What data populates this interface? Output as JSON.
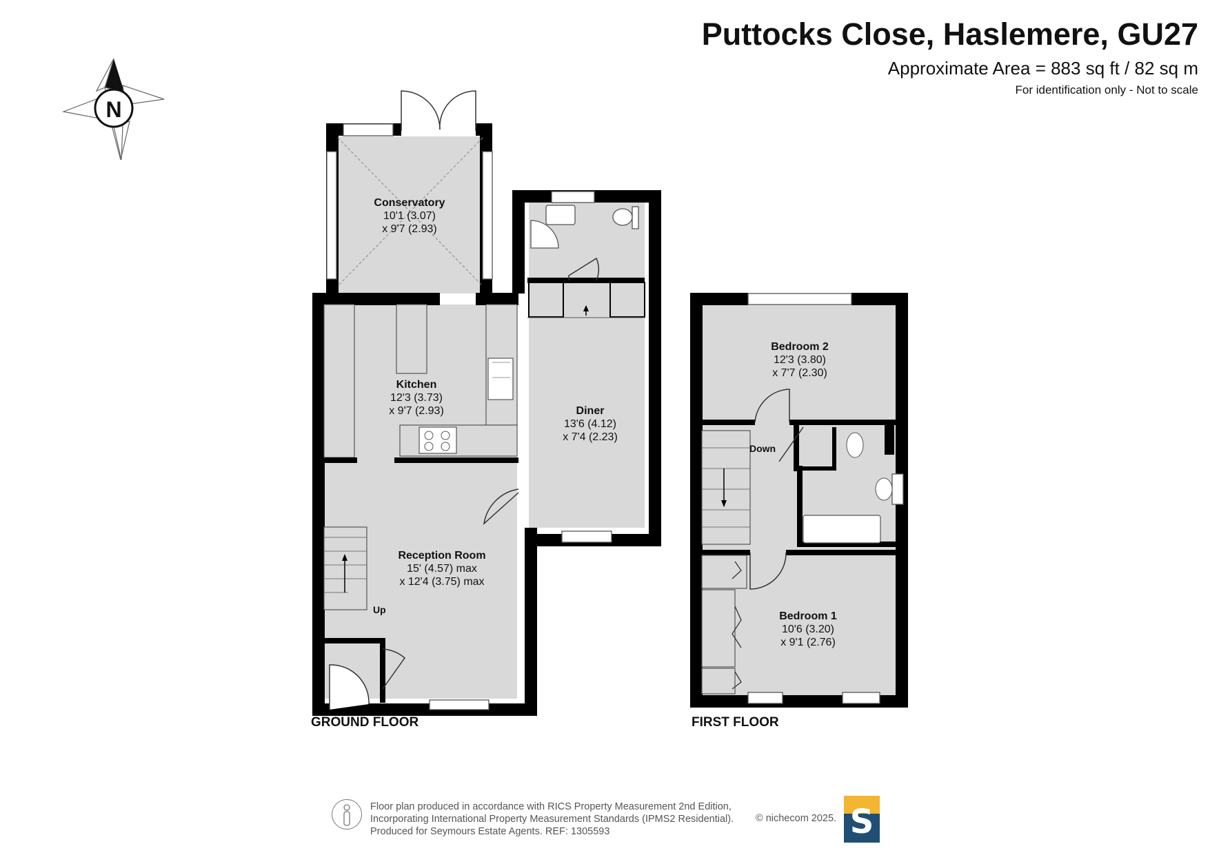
{
  "header": {
    "title": "Puttocks Close, Haslemere, GU27",
    "area": "Approximate Area = 883 sq ft / 82 sq m",
    "note": "For identification only - Not to scale"
  },
  "compass": {
    "letter": "N"
  },
  "ground_floor": {
    "label": "GROUND FLOOR",
    "rooms": [
      {
        "name": "Conservatory",
        "dim1": "10'1 (3.07)",
        "dim2": "x 9'7 (2.93)"
      },
      {
        "name": "Kitchen",
        "dim1": "12'3 (3.73)",
        "dim2": "x 9'7 (2.93)"
      },
      {
        "name": "Diner",
        "dim1": "13'6 (4.12)",
        "dim2": "x 7'4 (2.23)"
      },
      {
        "name": "Reception Room",
        "dim1": "15' (4.57) max",
        "dim2": "x 12'4 (3.75) max"
      }
    ],
    "stair_label": "Up"
  },
  "first_floor": {
    "label": "FIRST FLOOR",
    "rooms": [
      {
        "name": "Bedroom 2",
        "dim1": "12'3 (3.80)",
        "dim2": "x 7'7 (2.30)"
      },
      {
        "name": "Bedroom 1",
        "dim1": "10'6 (3.20)",
        "dim2": "x 9'1 (2.76)"
      }
    ],
    "stair_label": "Down"
  },
  "footer": {
    "line1": "Floor plan produced in accordance with RICS Property Measurement 2nd Edition,",
    "line2": "Incorporating International Property Measurement Standards (IPMS2 Residential).",
    "line3": "Produced for Seymours Estate Agents.   REF: 1305593",
    "copyright": "© nichecom 2025.",
    "logo_letter": "S"
  },
  "colors": {
    "wall": "#000000",
    "floor": "#d9d9d9",
    "logo_blue": "#1f4f73",
    "logo_yellow": "#f4b531"
  }
}
